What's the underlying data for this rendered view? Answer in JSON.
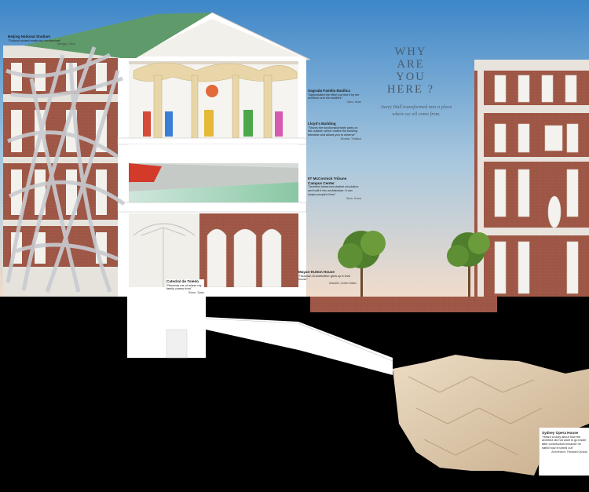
{
  "headline": [
    "WHY",
    "ARE",
    "YOU",
    "HERE ?"
  ],
  "subhead": "Avery Hall transformed into a place where we all come from.",
  "captions": [
    {
      "title": "Beijing National Stadium",
      "quote": "\"Cultural context made into architecture\"",
      "attr": "Mengyu, China"
    },
    {
      "title": "Sagrada Familia Basilica",
      "quote": "\"Appreciated the effort put into it by the architect and the builders\"",
      "attr": "Gaen, Israel"
    },
    {
      "title": "Lloyd's Building",
      "quote": "\"Shows the functional/private parts on the outside, which makes the building tolerable and allows you to observe\"",
      "attr": "Bhuthai, Thailand"
    },
    {
      "title": "IIT McCormick Tribune Campus Center",
      "quote": "\"Architect observed student circulation and built it into architecture. It can shape people's lives\"",
      "attr": "Sunn, Korea"
    },
    {
      "title": "Mayan-Hutton House",
      "quote": "\"Historian Grandmother grew up in that house\"",
      "attr": "Mazulthi, United States"
    },
    {
      "title": "Catedral de Toledo",
      "quote": "\"Reminds me of where my family comes from\"",
      "attr": "Simon, Spain"
    },
    {
      "title": "Sydney Opera House",
      "quote": "\"Heard a story about how the architect did not want to go inside after construction because he hated how it turned out\"",
      "attr": "Architecture, Pakistan/Canada"
    }
  ],
  "colors": {
    "sky_top": "#3d86c8",
    "sky_bottom": "#efdccb",
    "brick": "#a45a4a",
    "limestone": "#e6e3dc",
    "roof": "#5f9a6a",
    "ground": "#000000",
    "rock": "#d9c4a8"
  }
}
